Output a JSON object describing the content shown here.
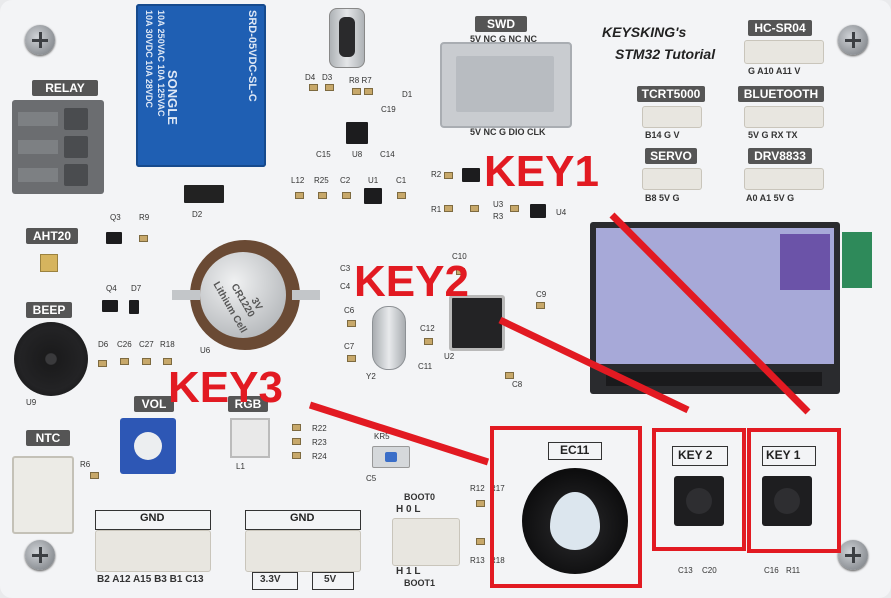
{
  "board": {
    "title_line1": "KEYSKING's",
    "title_line2": "STM32 Tutorial",
    "colors": {
      "pcb": "#f3f4f6",
      "annotation_red": "#e21a22",
      "relay_blue": "#1f5fb3"
    }
  },
  "headers": {
    "swd": {
      "label": "SWD",
      "top_pins": "5V NC G NC NC",
      "bottom_pins": "5V NC G DIO CLK"
    },
    "hcsr04": {
      "label": "HC-SR04",
      "pins": "G A10 A11 V"
    },
    "tcrt5000": {
      "label": "TCRT5000",
      "pins": "B14 G V"
    },
    "bluetooth": {
      "label": "BLUETOOTH",
      "pins": "5V G RX TX"
    },
    "servo": {
      "label": "SERVO",
      "pins": "B8 5V G"
    },
    "drv8833": {
      "label": "DRV8833",
      "pins": "A0 A1 5V G"
    },
    "gnd_left": {
      "label": "GND",
      "pins": "B2 A12 A15 B3 B1 C13"
    },
    "gnd_right": {
      "label": "GND",
      "pin_3v3": "3.3V",
      "pin_5v": "5V"
    },
    "boot0": {
      "label": "BOOT0",
      "pins": "H 0 L"
    },
    "boot1": {
      "label": "BOOT1",
      "pins": "H 1 L"
    }
  },
  "modules": {
    "relay": "RELAY",
    "aht20": "AHT20",
    "beep": "BEEP",
    "vol": "VOL",
    "rgb": "RGB",
    "ntc": "NTC",
    "ec11": "EC11",
    "key2_plate": "KEY 2",
    "key1_plate": "KEY 1"
  },
  "relay_text": {
    "brand": "SONGLE",
    "lines": [
      "10A 250VAC 10A 125VAC",
      "10A 30VDC 10A 28VDC",
      "SRD-05VDC-SL-C"
    ]
  },
  "battery_text": {
    "line1": "Lithium Cell",
    "line2": "CR1220",
    "line3": "3V"
  },
  "refs": {
    "d4": "D4",
    "d3": "D3",
    "r8r7": "R8 R7",
    "d1": "D1",
    "c19": "C19",
    "c15": "C15",
    "u8": "U8",
    "c14": "C14",
    "l12": "L12",
    "r25": "R25",
    "c2": "C2",
    "u1": "U1",
    "c1": "C1",
    "d2": "D2",
    "r2": "R2",
    "r1": "R1",
    "u3": "U3",
    "r3": "R3",
    "u4": "U4",
    "q3": "Q3",
    "r9": "R9",
    "q4": "Q4",
    "d7": "D7",
    "d6": "D6",
    "c26": "C26",
    "c27": "C27",
    "r18": "R18",
    "u6": "U6",
    "u9": "U9",
    "c3": "C3",
    "c4": "C4",
    "c10": "C10",
    "c9": "C9",
    "c6": "C6",
    "c7": "C7",
    "c12": "C12",
    "c11": "C11",
    "y2": "Y2",
    "u2": "U2",
    "c8": "C8",
    "r22": "R22",
    "r23": "R23",
    "r24": "R24",
    "l1": "L1",
    "kr5": "KR5",
    "c5": "C5",
    "r6": "R6",
    "r12": "R12",
    "r17": "R17",
    "r13": "R13",
    "r18b": "R18",
    "c13": "C13",
    "c20": "C20",
    "c16": "C16",
    "r11": "R11"
  },
  "annotations": {
    "key1": "KEY1",
    "key2": "KEY2",
    "key3": "KEY3"
  }
}
